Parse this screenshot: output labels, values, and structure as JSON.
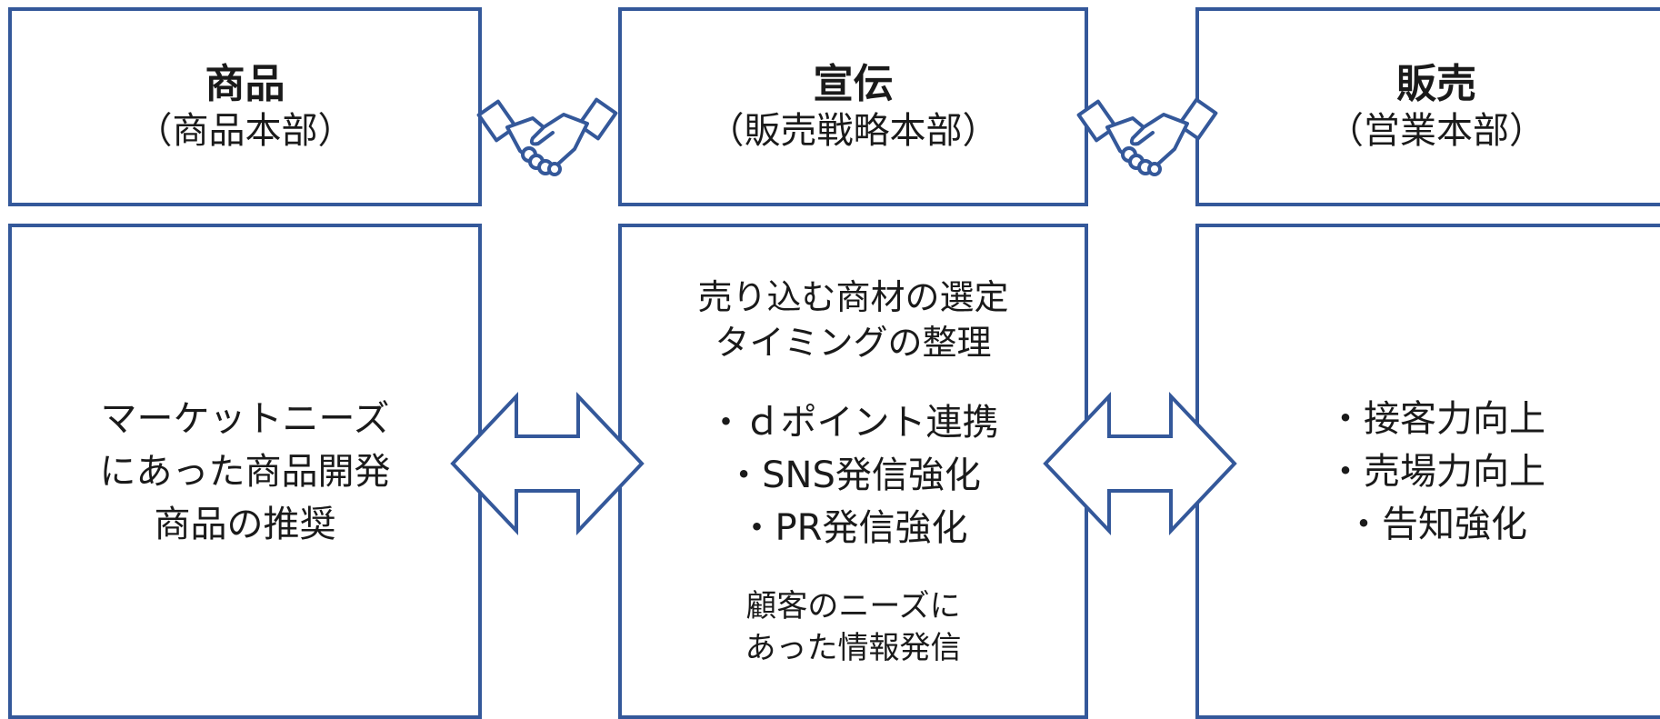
{
  "colors": {
    "border": "#34589a",
    "text": "#1a1a1a",
    "background": "#ffffff"
  },
  "header_boxes": [
    {
      "title": "商品",
      "subtitle": "（商品本部）"
    },
    {
      "title": "宣伝",
      "subtitle": "（販売戦略本部）"
    },
    {
      "title": "販売",
      "subtitle": "（営業本部）"
    }
  ],
  "detail_boxes": {
    "left": {
      "lines": [
        "マーケットニーズ",
        "にあった商品開発",
        "商品の推奨"
      ]
    },
    "center": {
      "top_lines": [
        "売り込む商材の選定",
        "タイミングの整理"
      ],
      "bullets": [
        "・ｄポイント連携",
        "・SNS発信強化",
        "・PR発信強化"
      ],
      "bottom_lines": [
        "顧客のニーズに",
        "あった情報発信"
      ]
    },
    "right": {
      "bullets": [
        "・接客力向上",
        "・売場力向上",
        "・告知強化"
      ]
    }
  },
  "icons": {
    "handshake_left": "handshake-icon",
    "handshake_right": "handshake-icon",
    "arrow_left": "double-arrow-icon",
    "arrow_right": "double-arrow-icon"
  }
}
